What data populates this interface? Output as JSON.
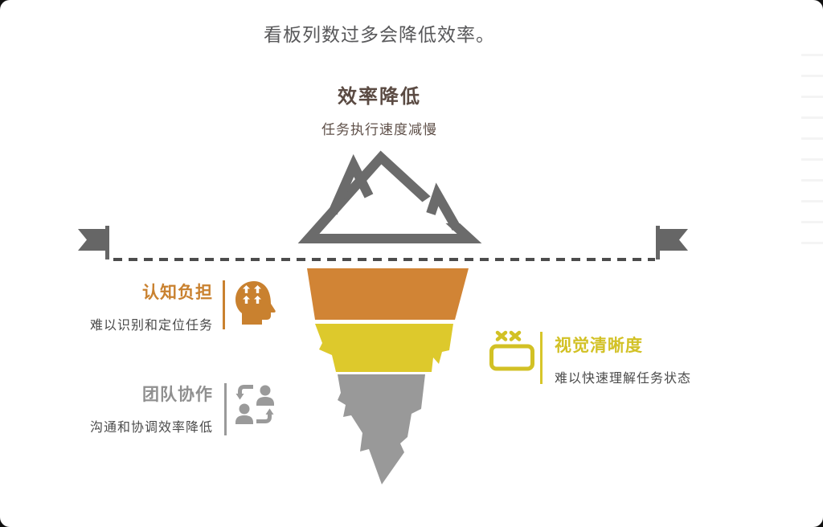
{
  "title": {
    "text": "看板列数过多会降低效率。",
    "color": "#58585a"
  },
  "summit": {
    "heading": "效率降低",
    "subheading": "任务执行速度减慢",
    "heading_color": "#5a4a42",
    "subheading_color": "#5f5049"
  },
  "factors": [
    {
      "label": "认知负担",
      "description": "难以识别和定位任务",
      "accent": "#c9812f",
      "icon": "head-arrows-icon",
      "side": "left"
    },
    {
      "label": "团队协作",
      "description": "沟通和协调效率降低",
      "accent": "#8f8f8f",
      "icon": "people-swap-icon",
      "side": "left"
    },
    {
      "label": "视觉清晰度",
      "description": "难以快速理解任务状态",
      "accent": "#d2c125",
      "icon": "broken-tv-icon",
      "side": "right"
    }
  ],
  "iceberg": {
    "mountain_color": "#6b6b6b",
    "waterline_color": "#4c4c4c",
    "flag_color": "#666666",
    "layers": [
      {
        "name": "layer-above-orange",
        "color": "#d18435"
      },
      {
        "name": "layer-middle-yellow",
        "color": "#ddc92c"
      },
      {
        "name": "layer-bottom-gray",
        "color": "#999999"
      }
    ]
  },
  "description_color": "#4b4b4b"
}
